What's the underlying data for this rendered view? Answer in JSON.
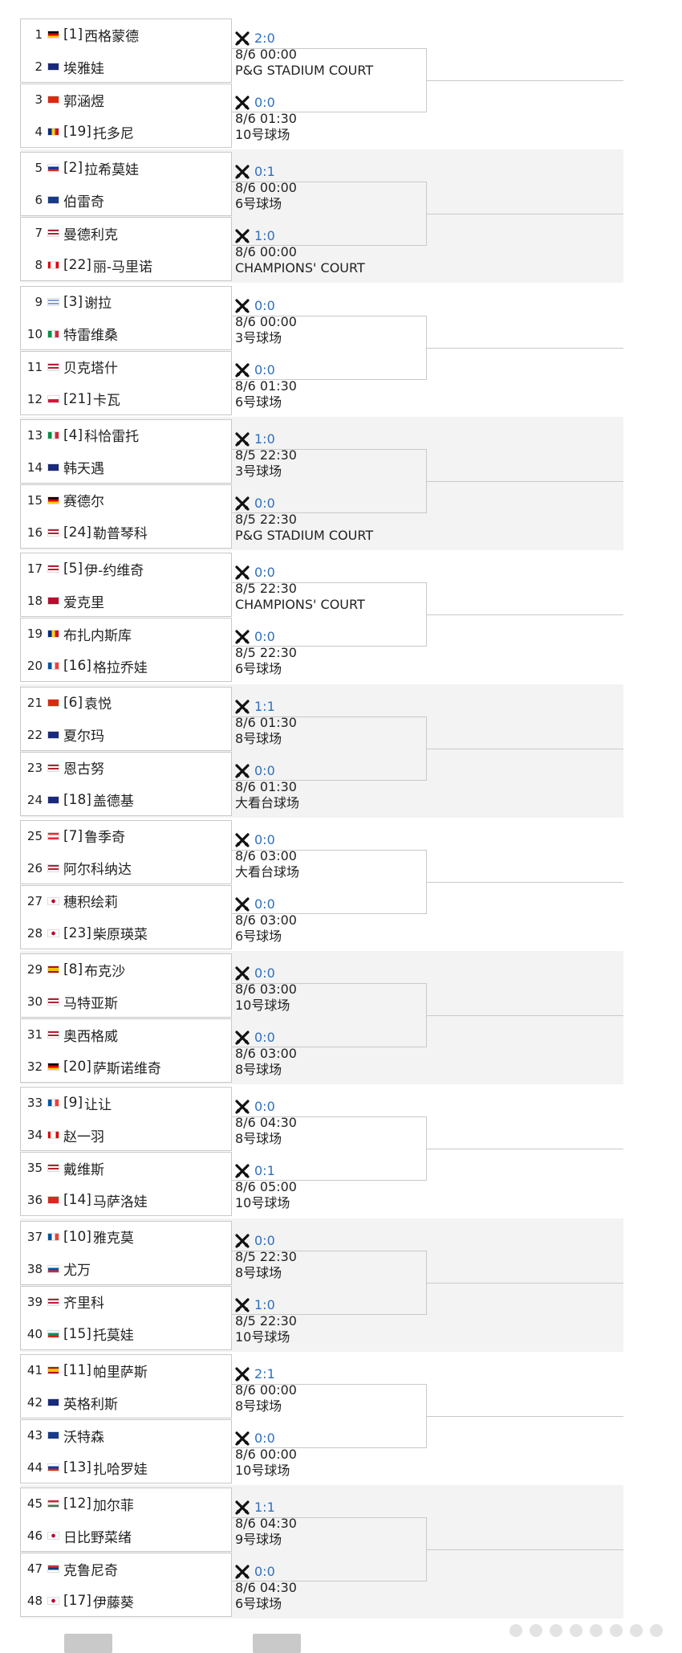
{
  "colors": {
    "score": "#2f6fbf",
    "border": "#c9c9c9",
    "band": "#f3f3f3"
  },
  "icons": {
    "match": "crossed-rackets-icon"
  },
  "players": [
    {
      "num": "1",
      "seed": "[1]",
      "name": "西格蒙德",
      "flag": "de"
    },
    {
      "num": "2",
      "seed": "",
      "name": "埃雅娃",
      "flag": "au"
    },
    {
      "num": "3",
      "seed": "",
      "name": "郭涵煜",
      "flag": "cn"
    },
    {
      "num": "4",
      "seed": "[19]",
      "name": "托多尼",
      "flag": "ro"
    },
    {
      "num": "5",
      "seed": "[2]",
      "name": "拉希莫娃",
      "flag": "ru"
    },
    {
      "num": "6",
      "seed": "",
      "name": "伯雷奇",
      "flag": "gb"
    },
    {
      "num": "7",
      "seed": "",
      "name": "曼德利克",
      "flag": "us"
    },
    {
      "num": "8",
      "seed": "[22]",
      "name": "丽-马里诺",
      "flag": "ca"
    },
    {
      "num": "9",
      "seed": "[3]",
      "name": "谢拉",
      "flag": "il"
    },
    {
      "num": "10",
      "seed": "",
      "name": "特雷维桑",
      "flag": "it"
    },
    {
      "num": "11",
      "seed": "",
      "name": "贝克塔什",
      "flag": "us"
    },
    {
      "num": "12",
      "seed": "[21]",
      "name": "卡瓦",
      "flag": "pl"
    },
    {
      "num": "13",
      "seed": "[4]",
      "name": "科恰雷托",
      "flag": "it"
    },
    {
      "num": "14",
      "seed": "",
      "name": "韩天遇",
      "flag": "au"
    },
    {
      "num": "15",
      "seed": "",
      "name": "赛德尔",
      "flag": "de"
    },
    {
      "num": "16",
      "seed": "[24]",
      "name": "勒普琴科",
      "flag": "us"
    },
    {
      "num": "17",
      "seed": "[5]",
      "name": "伊-约维奇",
      "flag": "us"
    },
    {
      "num": "18",
      "seed": "",
      "name": "爱克里",
      "flag": "no"
    },
    {
      "num": "19",
      "seed": "",
      "name": "布扎内斯库",
      "flag": "ro"
    },
    {
      "num": "20",
      "seed": "[16]",
      "name": "格拉乔娃",
      "flag": "fr"
    },
    {
      "num": "21",
      "seed": "[6]",
      "name": "袁悦",
      "flag": "cn"
    },
    {
      "num": "22",
      "seed": "",
      "name": "夏尔玛",
      "flag": "au"
    },
    {
      "num": "23",
      "seed": "",
      "name": "恩古努",
      "flag": "us"
    },
    {
      "num": "24",
      "seed": "[18]",
      "name": "盖德基",
      "flag": "au"
    },
    {
      "num": "25",
      "seed": "[7]",
      "name": "鲁季奇",
      "flag": "at"
    },
    {
      "num": "26",
      "seed": "",
      "name": "阿尔科纳达",
      "flag": "us"
    },
    {
      "num": "27",
      "seed": "",
      "name": "穗积绘莉",
      "flag": "jp"
    },
    {
      "num": "28",
      "seed": "[23]",
      "name": "柴原瑛菜",
      "flag": "jp"
    },
    {
      "num": "29",
      "seed": "[8]",
      "name": "布克沙",
      "flag": "es"
    },
    {
      "num": "30",
      "seed": "",
      "name": "马特亚斯",
      "flag": "us"
    },
    {
      "num": "31",
      "seed": "",
      "name": "奥西格威",
      "flag": "us"
    },
    {
      "num": "32",
      "seed": "[20]",
      "name": "萨斯诺维奇",
      "flag": "de"
    },
    {
      "num": "33",
      "seed": "[9]",
      "name": "让让",
      "flag": "fr"
    },
    {
      "num": "34",
      "seed": "",
      "name": "赵一羽",
      "flag": "ca"
    },
    {
      "num": "35",
      "seed": "",
      "name": "戴维斯",
      "flag": "us"
    },
    {
      "num": "36",
      "seed": "[14]",
      "name": "马萨洛娃",
      "flag": "ch"
    },
    {
      "num": "37",
      "seed": "[10]",
      "name": "雅克莫",
      "flag": "fr"
    },
    {
      "num": "38",
      "seed": "",
      "name": "尤万",
      "flag": "si"
    },
    {
      "num": "39",
      "seed": "",
      "name": "齐里科",
      "flag": "us"
    },
    {
      "num": "40",
      "seed": "[15]",
      "name": "托莫娃",
      "flag": "bg"
    },
    {
      "num": "41",
      "seed": "[11]",
      "name": "帕里萨斯",
      "flag": "es"
    },
    {
      "num": "42",
      "seed": "",
      "name": "英格利斯",
      "flag": "au"
    },
    {
      "num": "43",
      "seed": "",
      "name": "沃特森",
      "flag": "gb"
    },
    {
      "num": "44",
      "seed": "[13]",
      "name": "扎哈罗娃",
      "flag": "ru"
    },
    {
      "num": "45",
      "seed": "[12]",
      "name": "加尔菲",
      "flag": "hu"
    },
    {
      "num": "46",
      "seed": "",
      "name": "日比野菜绪",
      "flag": "jp"
    },
    {
      "num": "47",
      "seed": "",
      "name": "克鲁尼奇",
      "flag": "rs"
    },
    {
      "num": "48",
      "seed": "[17]",
      "name": "伊藤葵",
      "flag": "jp"
    }
  ],
  "matches": [
    {
      "score": "2:0",
      "time": "8/6 00:00",
      "court": "P&G STADIUM COURT"
    },
    {
      "score": "0:0",
      "time": "8/6 01:30",
      "court": "10号球场"
    },
    {
      "score": "0:1",
      "time": "8/6 00:00",
      "court": "6号球场"
    },
    {
      "score": "1:0",
      "time": "8/6 00:00",
      "court": "CHAMPIONS' COURT"
    },
    {
      "score": "0:0",
      "time": "8/6 00:00",
      "court": "3号球场"
    },
    {
      "score": "0:0",
      "time": "8/6 01:30",
      "court": "6号球场"
    },
    {
      "score": "1:0",
      "time": "8/5 22:30",
      "court": "3号球场"
    },
    {
      "score": "0:0",
      "time": "8/5 22:30",
      "court": "P&G STADIUM COURT"
    },
    {
      "score": "0:0",
      "time": "8/5 22:30",
      "court": "CHAMPIONS' COURT"
    },
    {
      "score": "0:0",
      "time": "8/5 22:30",
      "court": "6号球场"
    },
    {
      "score": "1:1",
      "time": "8/6 01:30",
      "court": "8号球场"
    },
    {
      "score": "0:0",
      "time": "8/6 01:30",
      "court": "大看台球场"
    },
    {
      "score": "0:0",
      "time": "8/6 03:00",
      "court": "大看台球场"
    },
    {
      "score": "0:0",
      "time": "8/6 03:00",
      "court": "6号球场"
    },
    {
      "score": "0:0",
      "time": "8/6 03:00",
      "court": "10号球场"
    },
    {
      "score": "0:0",
      "time": "8/6 03:00",
      "court": "8号球场"
    },
    {
      "score": "0:0",
      "time": "8/6 04:30",
      "court": "8号球场"
    },
    {
      "score": "0:1",
      "time": "8/6 05:00",
      "court": "10号球场"
    },
    {
      "score": "0:0",
      "time": "8/5 22:30",
      "court": "8号球场"
    },
    {
      "score": "1:0",
      "time": "8/5 22:30",
      "court": "10号球场"
    },
    {
      "score": "2:1",
      "time": "8/6 00:00",
      "court": "8号球场"
    },
    {
      "score": "0:0",
      "time": "8/6 00:00",
      "court": "10号球场"
    },
    {
      "score": "1:1",
      "time": "8/6 04:30",
      "court": "9号球场"
    },
    {
      "score": "0:0",
      "time": "8/6 04:30",
      "court": "6号球场"
    }
  ]
}
